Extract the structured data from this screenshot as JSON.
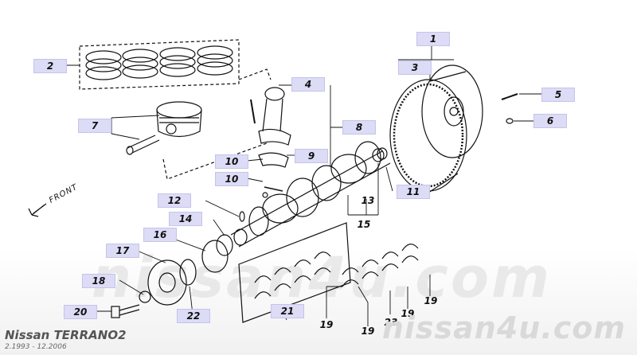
{
  "labels": [
    {
      "id": "1",
      "text": "1"
    },
    {
      "id": "2",
      "text": "2"
    },
    {
      "id": "3",
      "text": "3"
    },
    {
      "id": "4",
      "text": "4"
    },
    {
      "id": "5",
      "text": "5"
    },
    {
      "id": "6",
      "text": "6"
    },
    {
      "id": "7",
      "text": "7"
    },
    {
      "id": "8",
      "text": "8"
    },
    {
      "id": "9",
      "text": "9"
    },
    {
      "id": "10a",
      "text": "10"
    },
    {
      "id": "10b",
      "text": "10"
    },
    {
      "id": "11",
      "text": "11"
    },
    {
      "id": "12",
      "text": "12"
    },
    {
      "id": "13",
      "text": "13"
    },
    {
      "id": "14",
      "text": "14"
    },
    {
      "id": "15",
      "text": "15"
    },
    {
      "id": "16",
      "text": "16"
    },
    {
      "id": "17",
      "text": "17"
    },
    {
      "id": "18",
      "text": "18"
    },
    {
      "id": "19a",
      "text": "19"
    },
    {
      "id": "19b",
      "text": "19"
    },
    {
      "id": "19c",
      "text": "19"
    },
    {
      "id": "19d",
      "text": "19"
    },
    {
      "id": "20",
      "text": "20"
    },
    {
      "id": "21",
      "text": "21"
    },
    {
      "id": "22",
      "text": "22"
    },
    {
      "id": "23",
      "text": "23"
    }
  ],
  "front_label": "FRONT",
  "watermark_bg": "nissan4u.com",
  "watermark": "nissan4u.com",
  "footer": {
    "title": "Nissan TERRANO2",
    "years": "2.1993 - 12.2006"
  },
  "colors": {
    "label_bg": "#dcdcf6",
    "line": "#111111",
    "watermark": "#d9d9d9"
  }
}
